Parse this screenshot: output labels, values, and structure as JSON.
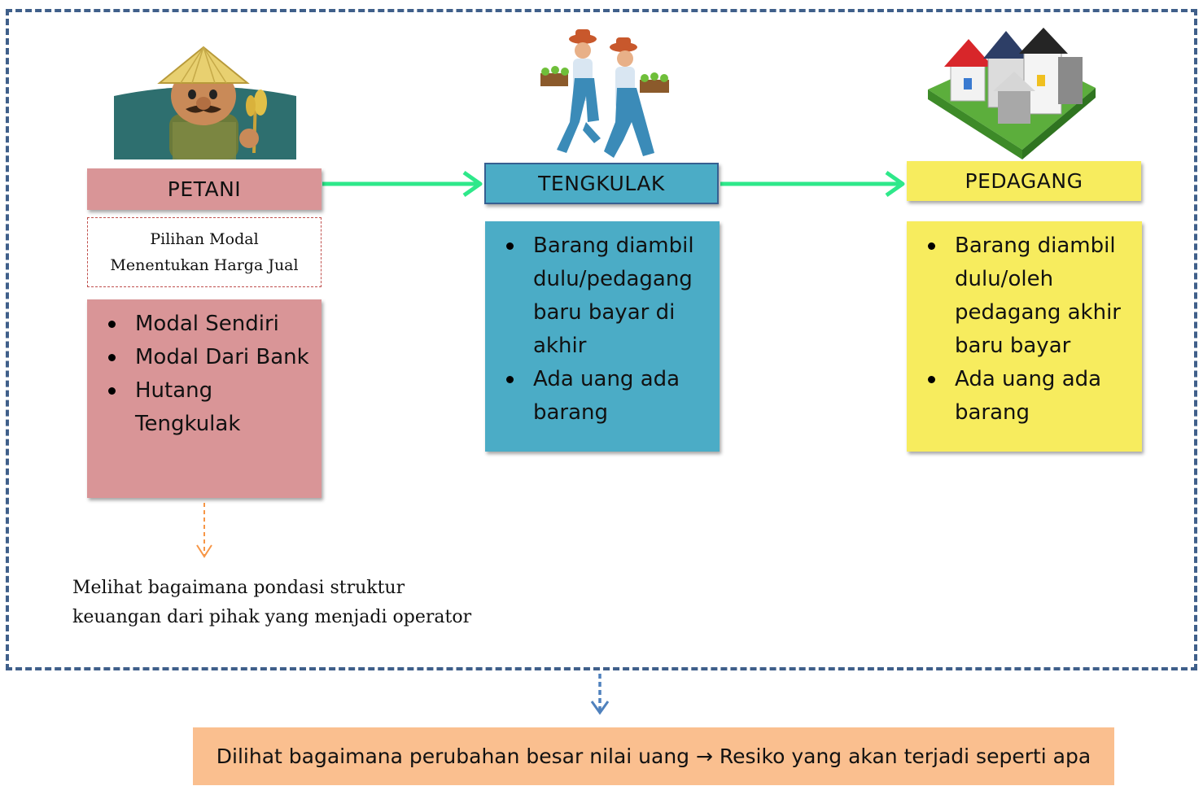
{
  "petani": {
    "title": "PETANI",
    "note_line1": "Pilihan Modal",
    "note_line2": "Menentukan Harga Jual",
    "items": [
      "Modal Sendiri",
      "Modal Dari Bank",
      "Hutang Tengkulak"
    ],
    "color": "#d99597"
  },
  "tengkulak": {
    "title": "TENGKULAK",
    "items": [
      "Barang diambil dulu/pedagang baru bayar di akhir",
      "Ada uang ada barang"
    ],
    "color": "#4bacc6"
  },
  "pedagang": {
    "title": "PEDAGANG",
    "items": [
      "Barang diambil dulu/oleh pedagang akhir baru bayar",
      "Ada uang ada barang"
    ],
    "color": "#f7ec5e"
  },
  "caption": {
    "line1": "Melihat bagaimana pondasi struktur",
    "line2": "keuangan dari pihak yang menjadi operator"
  },
  "bottom": {
    "text": "Dilihat bagaimana perubahan besar nilai uang → Resiko yang akan terjadi seperti apa",
    "color": "#fabf8f"
  },
  "icons": {
    "farmer": "farmer-illustration",
    "middlemen": "middlemen-carrying-crates-illustration",
    "market": "lego-town-illustration"
  },
  "arrow_color": "#2ee88a",
  "frame_color": "#3f5f8a"
}
